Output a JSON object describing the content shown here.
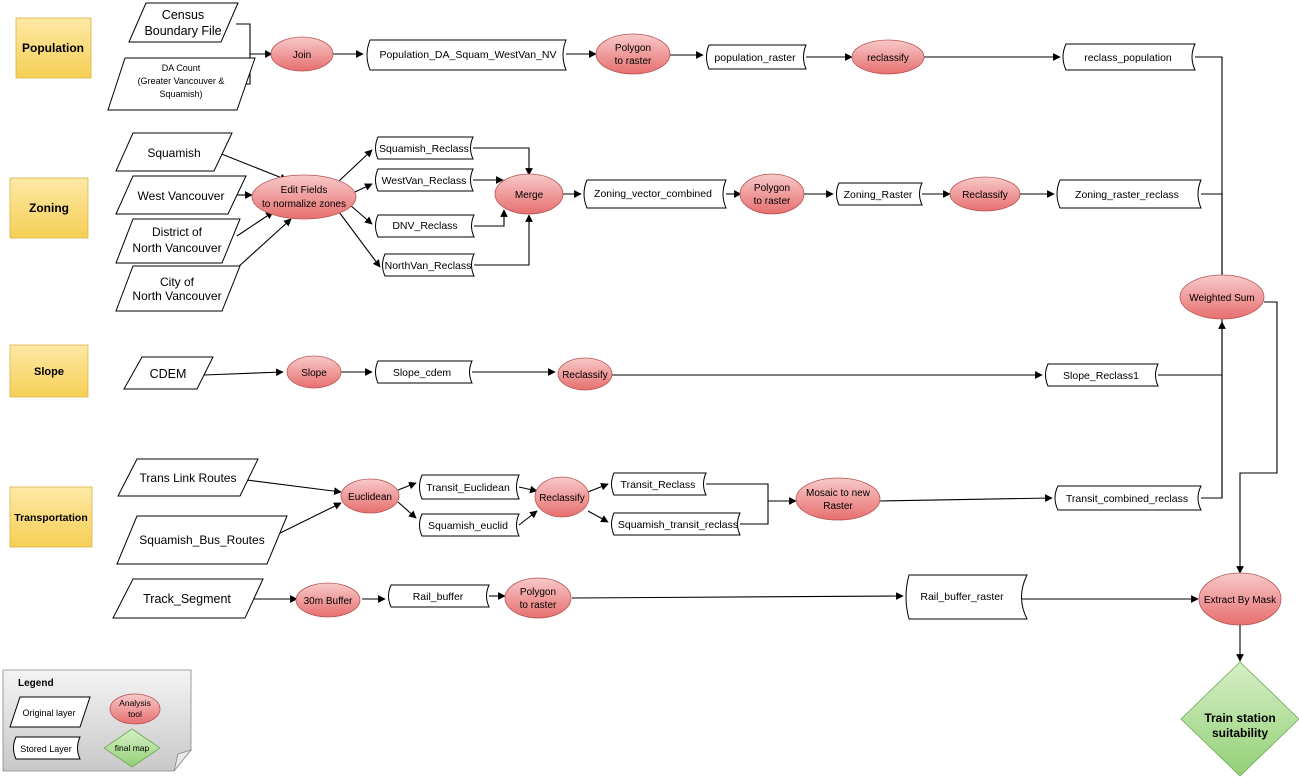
{
  "categories": {
    "population": "Population",
    "zoning": "Zoning",
    "slope": "Slope",
    "transportation": "Transportation"
  },
  "layers": {
    "census_boundary": [
      "Census",
      "Boundary File"
    ],
    "da_count": [
      "DA Count",
      "(Greater Vancouver &",
      "Squamish)"
    ],
    "squamish": "Squamish",
    "west_vancouver": "West Vancouver",
    "district_nv": [
      "District of",
      "North Vancouver"
    ],
    "city_nv": [
      "City of",
      "North Vancouver"
    ],
    "cdem": "CDEM",
    "translink": "Trans Link Routes",
    "squamish_bus": "Squamish_Bus_Routes",
    "track_segment": "Track_Segment"
  },
  "stored": {
    "population_da": "Population_DA_Squam_WestVan_NV",
    "population_raster": "population_raster",
    "reclass_population": "reclass_population",
    "squamish_reclass": "Squamish_Reclass",
    "westvan_reclass": "WestVan_Reclass",
    "dnv_reclass": "DNV_Reclass",
    "northvan_reclass": "NorthVan_Reclass",
    "zoning_vector": "Zoning_vector_combined",
    "zoning_raster": "Zoning_Raster",
    "zoning_raster_reclass": "Zoning_raster_reclass",
    "slope_cdem": "Slope_cdem",
    "slope_reclass1": "Slope_Reclass1",
    "transit_euclidean": "Transit_Euclidean",
    "squamish_euclid": "Squamish_euclid",
    "transit_reclass": "Transit_Reclass",
    "squamish_transit_reclass": "Squamish_transit_reclass",
    "transit_combined": "Transit_combined_reclass",
    "rail_buffer": "Rail_buffer",
    "rail_buffer_raster": "Rail_buffer_raster"
  },
  "tools": {
    "join": "Join",
    "polygon_raster_pop": [
      "Polygon",
      "to raster"
    ],
    "reclassify_pop": "reclassify",
    "edit_fields": [
      "Edit Fields",
      "to normalize zones"
    ],
    "merge": "Merge",
    "polygon_raster_zon": [
      "Polygon",
      "to raster"
    ],
    "reclassify_zon": "Reclassify",
    "slope_tool": "Slope",
    "reclassify_slope": "Reclassify",
    "euclidean": "Euclidean",
    "reclassify_trans": "Reclassify",
    "mosaic": [
      "Mosaic to new",
      "Raster"
    ],
    "buffer_30m": "30m Buffer",
    "polygon_raster_rail": [
      "Polygon",
      "to raster"
    ],
    "weighted_sum": "Weighted Sum",
    "extract_by_mask": "Extract By Mask"
  },
  "final": [
    "Train station",
    "suitability"
  ],
  "legend": {
    "title": "Legend",
    "original_layer": "Original layer",
    "analysis_tool": [
      "Analysis",
      "tool"
    ],
    "stored_layer": "Stored Layer",
    "final_map": "final map"
  }
}
